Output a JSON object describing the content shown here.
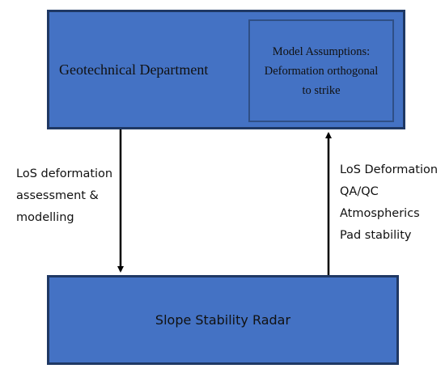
{
  "top_box": {
    "title": "Geotechnical Department",
    "assumptions_lines": [
      "Model Assumptions:",
      "Deformation orthogonal",
      "to strike"
    ]
  },
  "bottom_box": {
    "title": "Slope Stability Radar"
  },
  "down_arrow_label_lines": [
    "LoS deformation",
    "assessment &",
    "modelling"
  ],
  "up_arrow_label_lines": [
    "LoS Deformation",
    "QA/QC",
    "Atmospherics",
    "Pad stability"
  ],
  "colors": {
    "box_fill": "#4472c4",
    "box_border": "#1f3864",
    "arrow": "#000000"
  }
}
